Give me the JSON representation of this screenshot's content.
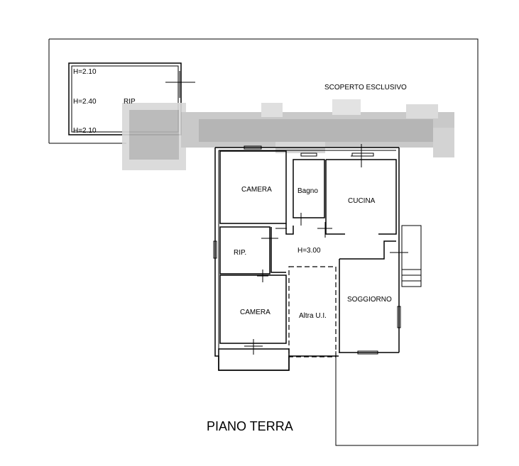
{
  "labels": {
    "h_top": "H=2.10",
    "h_mid": "H=2.40",
    "h_bottom": "H=2.10",
    "rip_shed": "RIP",
    "scoperto": "SCOPERTO ESCLUSIVO",
    "camera_top": "CAMERA",
    "bagno": "Bagno",
    "cucina": "CUCINA",
    "rip_room": "RIP.",
    "h_corridor": "H=3.00",
    "camera_bottom": "CAMERA",
    "altra_ui": "Altra U.I.",
    "soggiorno": "SOGGIORNO",
    "floor_title": "PIANO TERRA"
  }
}
